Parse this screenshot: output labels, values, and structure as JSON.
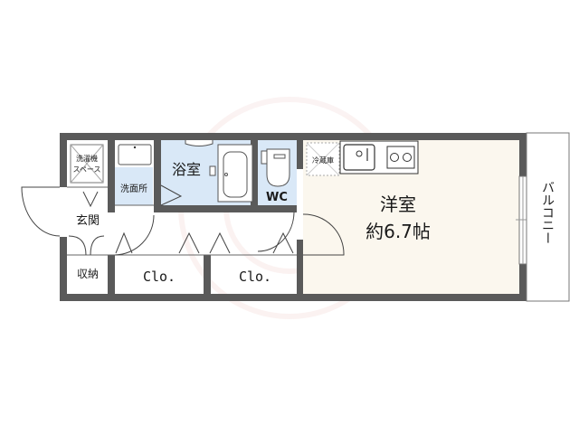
{
  "floor_plan": {
    "colors": {
      "wall": "#5a5a5a",
      "wet_area": "#d9e8f7",
      "western_room": "#fbf7ee",
      "outline": "#333333",
      "background": "#ffffff"
    },
    "rooms": {
      "washer_space": {
        "label_line1": "洗濯機",
        "label_line2": "スペース"
      },
      "washroom": {
        "label": "洗面所"
      },
      "bathroom": {
        "label": "浴室"
      },
      "toilet": {
        "label": "WC"
      },
      "refrigerator": {
        "label": "冷蔵庫"
      },
      "western_room": {
        "label": "洋室",
        "size": "約6.7帖"
      },
      "entrance": {
        "label": "玄関"
      },
      "storage": {
        "label": "収納"
      },
      "closet_1": {
        "label": "Clo."
      },
      "closet_2": {
        "label": "Clo."
      },
      "balcony": {
        "label": "バルコニー"
      }
    }
  }
}
